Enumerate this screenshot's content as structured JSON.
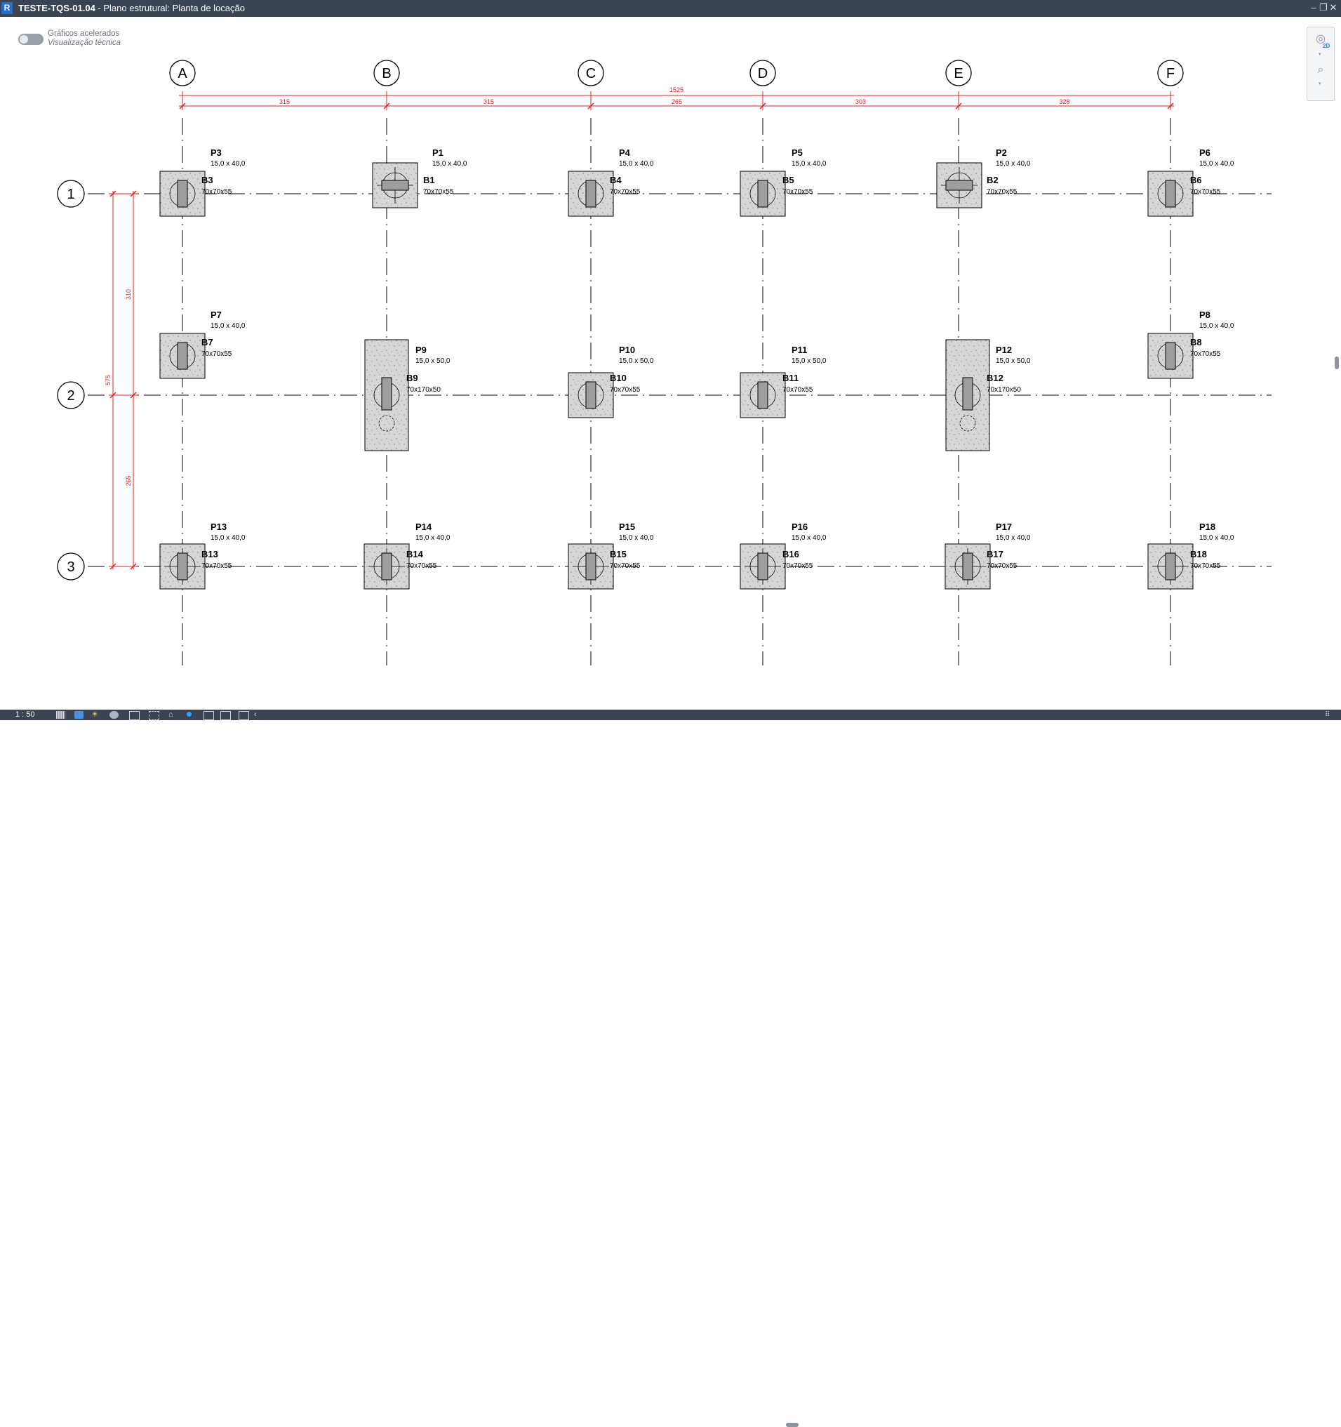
{
  "window": {
    "app_badge": "R",
    "doc_name": "TESTE-TQS-01.04",
    "view_title": " - Plano estrutural: Planta de locação",
    "controls": [
      "–",
      "❐",
      "✕"
    ]
  },
  "graphics_toggle": {
    "line1": "Gráficos acelerados",
    "line2": "Visualização técnica",
    "enabled": false
  },
  "statusbar": {
    "scale": "1 : 50"
  },
  "navbar": {
    "icons": [
      "steering-wheel-icon",
      "zoom-icon"
    ],
    "label_2d": "2D"
  },
  "colors": {
    "titlebar": "#3b4453",
    "dimension": "#e02020",
    "footing_fill": "#d6d6d6",
    "linework": "#000000"
  },
  "grid": {
    "columns": [
      "A",
      "B",
      "C",
      "D",
      "E",
      "F"
    ],
    "rows": [
      "1",
      "2",
      "3"
    ]
  },
  "dimensions": {
    "total_horizontal": "1525",
    "horizontal_spans": [
      "315",
      "315",
      "265",
      "303",
      "328"
    ],
    "total_vertical": "575",
    "vertical_spans": [
      "310",
      "265"
    ]
  },
  "elements": [
    {
      "pillar": "P3",
      "pillar_size": "15,0 x 40,0",
      "footing": "B3",
      "footing_size": "70x70x55"
    },
    {
      "pillar": "P1",
      "pillar_size": "15,0 x 40,0",
      "footing": "B1",
      "footing_size": "70x70x55"
    },
    {
      "pillar": "P4",
      "pillar_size": "15,0 x 40,0",
      "footing": "B4",
      "footing_size": "70x70x55"
    },
    {
      "pillar": "P5",
      "pillar_size": "15,0 x 40,0",
      "footing": "B5",
      "footing_size": "70x70x55"
    },
    {
      "pillar": "P2",
      "pillar_size": "15,0 x 40,0",
      "footing": "B2",
      "footing_size": "70x70x55"
    },
    {
      "pillar": "P6",
      "pillar_size": "15,0 x 40,0",
      "footing": "B6",
      "footing_size": "70x70x55"
    },
    {
      "pillar": "P7",
      "pillar_size": "15,0 x 40,0",
      "footing": "B7",
      "footing_size": "70x70x55"
    },
    {
      "pillar": "P9",
      "pillar_size": "15,0 x 50,0",
      "footing": "B9",
      "footing_size": "70x170x50"
    },
    {
      "pillar": "P10",
      "pillar_size": "15,0 x 50,0",
      "footing": "B10",
      "footing_size": "70x70x55"
    },
    {
      "pillar": "P11",
      "pillar_size": "15,0 x 50,0",
      "footing": "B11",
      "footing_size": "70x70x55"
    },
    {
      "pillar": "P12",
      "pillar_size": "15,0 x 50,0",
      "footing": "B12",
      "footing_size": "70x170x50"
    },
    {
      "pillar": "P8",
      "pillar_size": "15,0 x 40,0",
      "footing": "B8",
      "footing_size": "70x70x55"
    },
    {
      "pillar": "P13",
      "pillar_size": "15,0 x 40,0",
      "footing": "B13",
      "footing_size": "70x70x55"
    },
    {
      "pillar": "P14",
      "pillar_size": "15,0 x 40,0",
      "footing": "B14",
      "footing_size": "70x70x55"
    },
    {
      "pillar": "P15",
      "pillar_size": "15,0 x 40,0",
      "footing": "B15",
      "footing_size": "70x70x55"
    },
    {
      "pillar": "P16",
      "pillar_size": "15,0 x 40,0",
      "footing": "B16",
      "footing_size": "70x70x55"
    },
    {
      "pillar": "P17",
      "pillar_size": "15,0 x 40,0",
      "footing": "B17",
      "footing_size": "70x70x55"
    },
    {
      "pillar": "P18",
      "pillar_size": "15,0 x 40,0",
      "footing": "B18",
      "footing_size": "70x70x55"
    }
  ]
}
